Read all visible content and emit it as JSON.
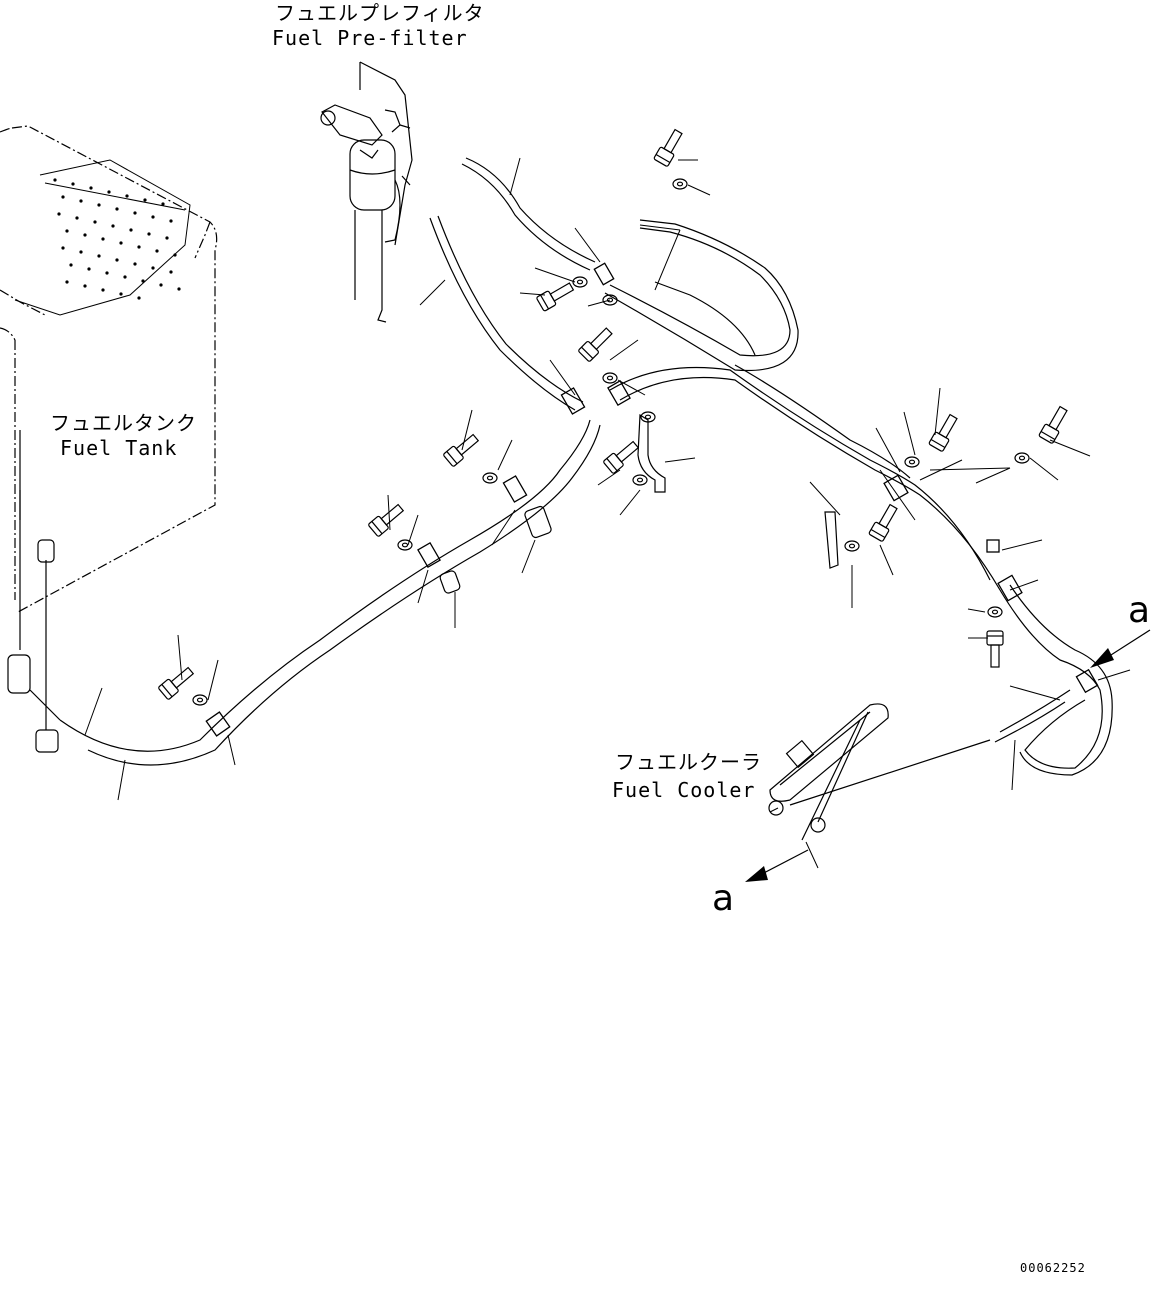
{
  "labels": {
    "prefilter_jp": "フュエルプレフィルタ",
    "prefilter_en": "Fuel Pre-filter",
    "tank_jp": "フュエルタンク",
    "tank_en": "Fuel Tank",
    "cooler_jp": "フュエルクーラ",
    "cooler_en": "Fuel Cooler",
    "view_arrow_top": "a",
    "view_arrow_bottom": "a",
    "drawing_number": "00062252"
  }
}
